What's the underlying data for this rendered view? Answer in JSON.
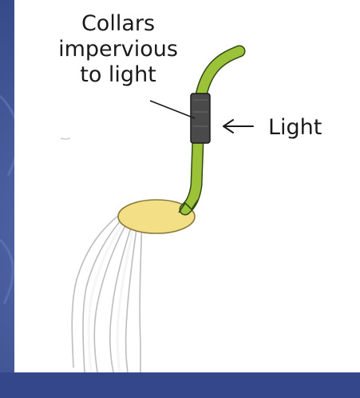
{
  "diagram": {
    "labels": {
      "collars_lines": [
        "Collars",
        "impervious",
        "to light"
      ],
      "light": "Light"
    },
    "colors": {
      "slide_background": "#3b4f8f",
      "panel": "#ffffff",
      "coleoptile": "#9cc23a",
      "collar": "#4a4a4a",
      "seed": "#f3df86",
      "root": "#f2f2f2",
      "ink": "#1a1a1a"
    },
    "icons": [
      "arrow-left-icon"
    ]
  }
}
